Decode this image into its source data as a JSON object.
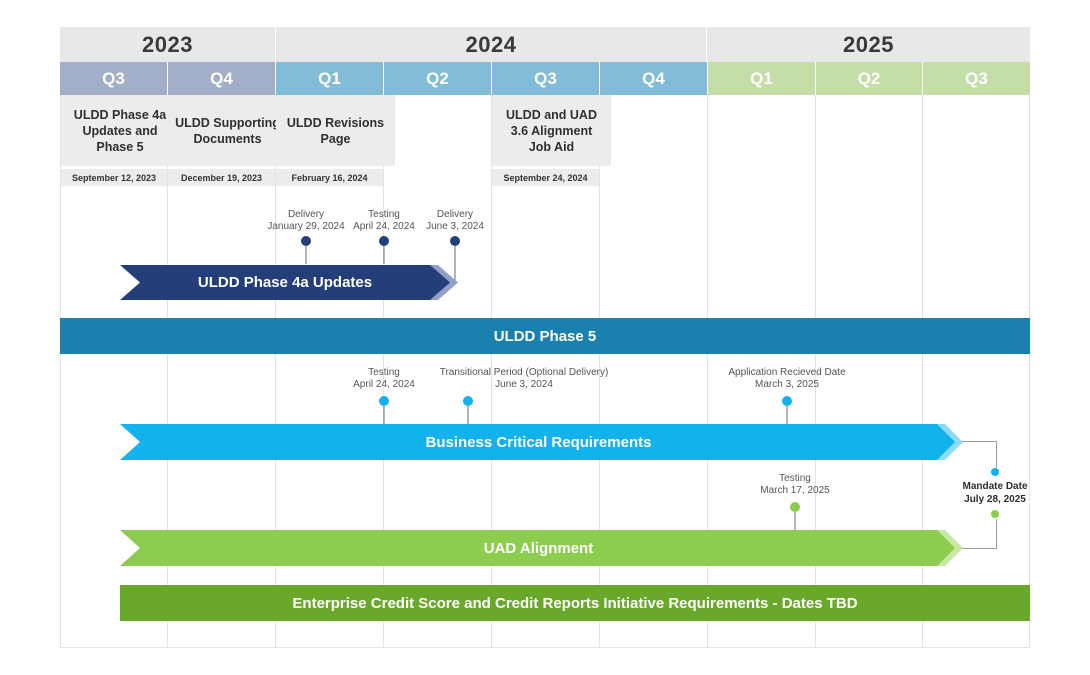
{
  "colors": {
    "q2023": "#a3afc9",
    "q2024": "#82bcd6",
    "q2025": "#c5dea8",
    "navy": "#243e7a",
    "teal": "#1a80ad",
    "sky": "#12b3ec",
    "lime": "#8ccc4e",
    "green": "#6aa82c"
  },
  "years": [
    "2023",
    "2024",
    "2025"
  ],
  "quarters": [
    "Q3",
    "Q4",
    "Q1",
    "Q2",
    "Q3",
    "Q4",
    "Q1",
    "Q2",
    "Q3"
  ],
  "deliverables": [
    {
      "title": "ULDD Phase 4a Updates and Phase 5",
      "date": "September 12, 2023"
    },
    {
      "title": "ULDD Supporting Documents",
      "date": "December 19, 2023"
    },
    {
      "title": "ULDD Revisions Page",
      "date": "February 16, 2024"
    },
    {
      "title": "ULDD and UAD 3.6 Alignment Job Aid",
      "date": "September 24, 2024"
    }
  ],
  "phase4a": {
    "label": "ULDD Phase 4a Updates",
    "milestones": [
      {
        "line1": "Delivery",
        "line2": "January 29, 2024"
      },
      {
        "line1": "Testing",
        "line2": "April 24, 2024"
      },
      {
        "line1": "Delivery",
        "line2": "June 3, 2024"
      }
    ]
  },
  "phase5": {
    "label": "ULDD Phase 5"
  },
  "business_critical": {
    "label": "Business Critical Requirements",
    "milestones": [
      {
        "line1": "Testing",
        "line2": "April 24, 2024"
      },
      {
        "line1": "Transitional Period (Optional Delivery)",
        "line2": "June 3, 2024"
      },
      {
        "line1": "Application Recieved Date",
        "line2": "March 3, 2025"
      }
    ]
  },
  "uad": {
    "label": "UAD Alignment",
    "milestones": [
      {
        "line1": "Testing",
        "line2": "March 17, 2025"
      }
    ]
  },
  "mandate": {
    "line1": "Mandate Date",
    "line2": "July 28, 2025"
  },
  "enterprise": {
    "label": "Enterprise Credit Score and Credit Reports Initiative Requirements - Dates TBD"
  }
}
